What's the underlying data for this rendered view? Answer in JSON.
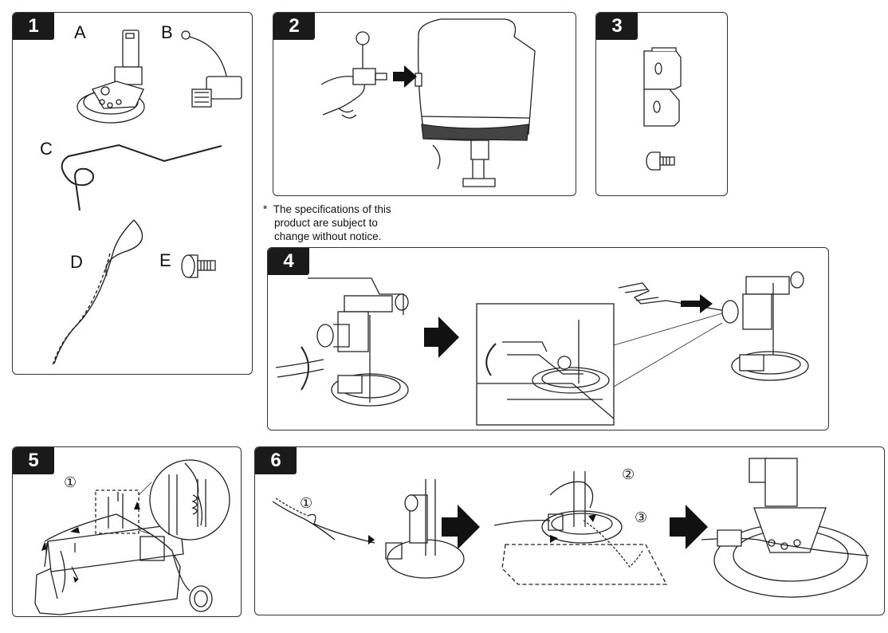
{
  "steps": [
    {
      "number": "1"
    },
    {
      "number": "2"
    },
    {
      "number": "3"
    },
    {
      "number": "4"
    },
    {
      "number": "5"
    },
    {
      "number": "6"
    }
  ],
  "parts": {
    "a": "A",
    "b": "B",
    "c": "C",
    "d": "D",
    "e": "E"
  },
  "note": {
    "mark": "*",
    "line1": "The specifications of this",
    "line2": "product are subject to",
    "line3": "change without notice."
  },
  "callouts": {
    "one": "①",
    "two": "②",
    "three": "③"
  }
}
